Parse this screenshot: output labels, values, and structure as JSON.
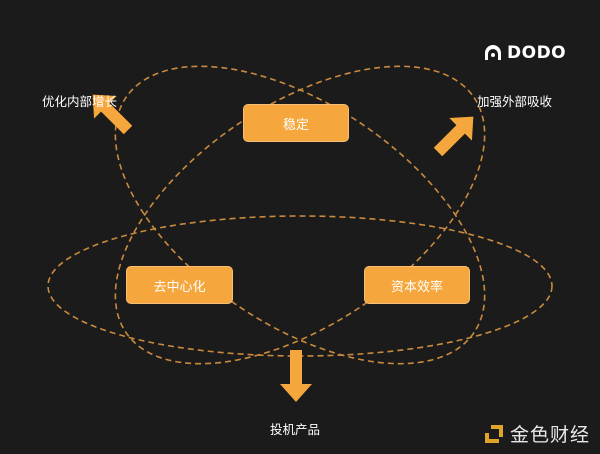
{
  "brand": {
    "logo_text": "DODO",
    "logo_icon": "dodo-logo-icon"
  },
  "nodes": {
    "top": "稳定",
    "left": "去中心化",
    "right": "资本效率"
  },
  "outputs": {
    "top_left": "优化内部增长",
    "top_right": "加强外部吸收",
    "bottom": "投机产品"
  },
  "watermark": {
    "text": "金色财经",
    "icon": "jinse-logo-icon"
  },
  "colors": {
    "background": "#1b1b1b",
    "accent": "#f5a63c",
    "ellipse_stroke": "#c98a3e",
    "text": "#ffffff"
  }
}
